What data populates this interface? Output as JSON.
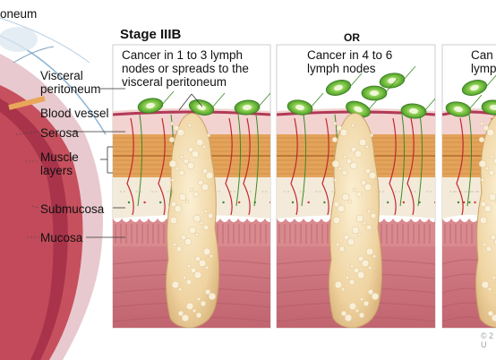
{
  "stage_title": "Stage IIIB",
  "or_label": "OR",
  "corner_label": "oneum",
  "labels": {
    "visceral_peritoneum": "Visceral\nperitoneum",
    "blood_vessel": "Blood vessel",
    "serosa": "Serosa",
    "muscle_layers": "Muscle\nlayers",
    "submucosa": "Submucosa",
    "mucosa": "Mucosa"
  },
  "panels": [
    {
      "caption": "Cancer in 1 to 3 lymph nodes or spreads to the visceral peritoneum"
    },
    {
      "caption": "Cancer in 4 to 6 lymph nodes"
    },
    {
      "caption": "Can lymp"
    }
  ],
  "copyright": "© 2\nU",
  "colors": {
    "stomach_wall": "#c24a5a",
    "serosa_line": "#b23a58",
    "muscle": "#e3a35a",
    "submucosa": "#f3ead9",
    "mucosa": "#d98a8f",
    "tumor": "#f0d9a8",
    "lymph_node": "#5cb533"
  }
}
